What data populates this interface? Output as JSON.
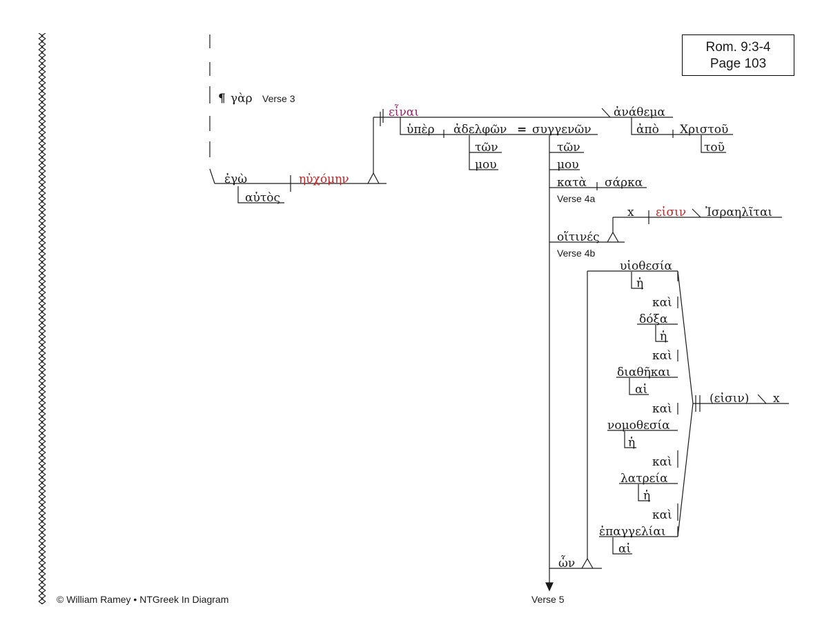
{
  "reference": {
    "line1": "Rom. 9:3-4",
    "line2": "Page 103"
  },
  "footer": {
    "copyright": "© William Ramey • NTGreek In Diagram"
  },
  "verse_labels": {
    "v3": "Verse 3",
    "v4a": "Verse 4a",
    "v4b": "Verse 4b",
    "v5": "Verse 5"
  },
  "colors": {
    "verb_red": "#cc2222",
    "verb_magenta": "#a0206a",
    "ink": "#1a1a1a"
  },
  "words": {
    "paragraph_mark": "¶",
    "gar": "γὰρ",
    "ego": "ἐγὼ",
    "autos": "αὐτὸς",
    "euchomen": "ηὐχόμην",
    "einai": "εἶναι",
    "anathema": "ἀνάθεμα",
    "apo": "ἀπὸ",
    "christou": "Χριστοῦ",
    "tou": "τοῦ",
    "hyper": "ὑπὲρ",
    "adelphon": "ἀδελφῶν",
    "equals": "=",
    "syngenon": "συγγενῶν",
    "ton1": "τῶν",
    "mou1": "μου",
    "ton2": "τῶν",
    "mou2": "μου",
    "kata": "κατὰ",
    "sarka": "σάρκα",
    "x1": "x",
    "eisin": "εἰσιν",
    "israelitai": "Ἰσραηλῖται",
    "hoitines": "οἵτινές",
    "huiothesia": "υἱοθεσία",
    "he1": "ἡ",
    "kai1": "καὶ",
    "doxa": "δόξα",
    "he2": "ἡ",
    "kai2": "καὶ",
    "diathekai": "διαθῆκαι",
    "hai1": "αἱ",
    "kai3": "καὶ",
    "nomothesia": "νομοθεσία",
    "he3": "ἡ",
    "kai4": "καὶ",
    "latreia": "λατρεία",
    "he4": "ἡ",
    "kai5": "καὶ",
    "epangeliai": "ἐπαγγελίαι",
    "hai2": "αἱ",
    "eisin_paren": "(εἰσιν)",
    "x2": "x",
    "hon": "ὧν"
  }
}
